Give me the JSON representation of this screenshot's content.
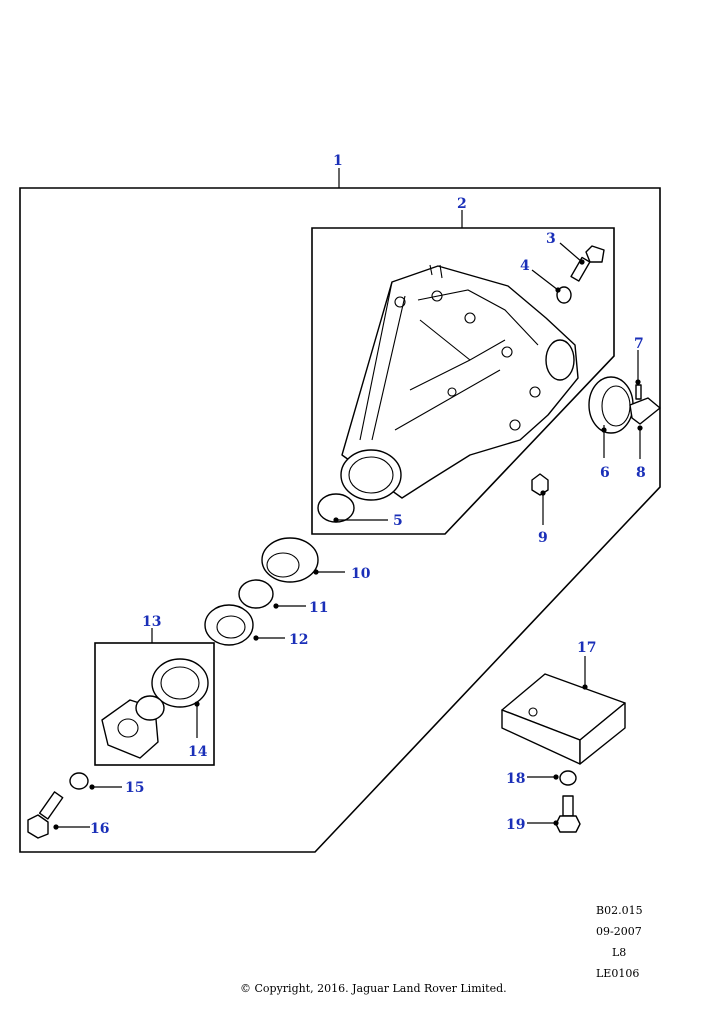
{
  "callouts": {
    "c1": "1",
    "c2": "2",
    "c3": "3",
    "c4": "4",
    "c5": "5",
    "c6": "6",
    "c7": "7",
    "c8": "8",
    "c9": "9",
    "c10": "10",
    "c11": "11",
    "c12": "12",
    "c13": "13",
    "c14": "14",
    "c15": "15",
    "c16": "16",
    "c17": "17",
    "c18": "18",
    "c19": "19"
  },
  "colors": {
    "callout": "#1a2fb8",
    "line": "#000000",
    "background": "#ffffff"
  },
  "footer": {
    "ref_code": "B02.015",
    "date": "09-2007",
    "level": "L8",
    "doc_id": "LE0106",
    "copyright": "© Copyright, 2016. Jaguar Land Rover Limited."
  }
}
